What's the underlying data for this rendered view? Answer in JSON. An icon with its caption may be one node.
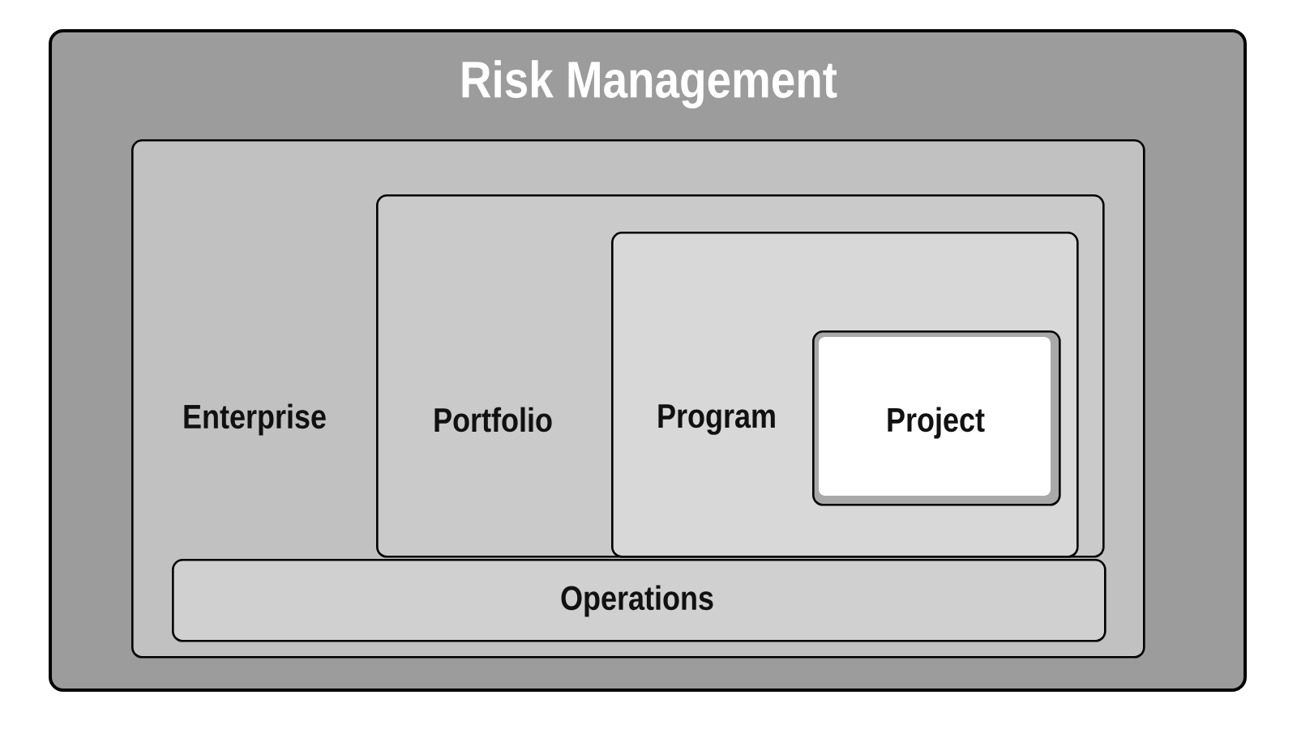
{
  "diagram": {
    "nodes": [
      {
        "text": [
          "Risk Management"
        ]
      },
      {
        "text": [
          "Enterprise"
        ],
        "in": 0
      },
      {
        "text": [
          "Portfolio"
        ],
        "in": 1
      },
      {
        "text": [
          "Program"
        ],
        "in": 2
      },
      {
        "text": [
          "Project"
        ],
        "in": 3
      },
      {
        "text": [
          "Operations"
        ],
        "in": 1
      }
    ]
  }
}
